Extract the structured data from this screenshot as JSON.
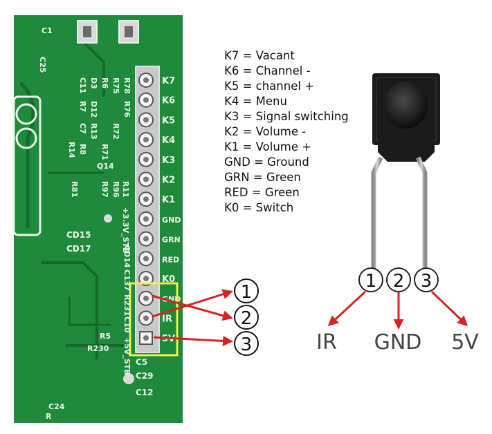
{
  "legend": [
    "K7 = Vacant",
    "K6 = Channel -",
    "K5 = channel +",
    "K4 = Menu",
    "K3 = Signal switching",
    "K2 = Volume -",
    "K1 = Volume +",
    "GND = Ground",
    "GRN = Green",
    "RED = Green",
    "K0 = Switch"
  ],
  "callouts": [
    "1",
    "2",
    "3"
  ],
  "sensor": {
    "pins": [
      "1",
      "2",
      "3"
    ],
    "pin_labels": [
      "IR",
      "GND",
      "5V"
    ]
  },
  "board": {
    "header_labels": [
      "K7",
      "K6",
      "K5",
      "K4",
      "K3",
      "K2",
      "K1",
      "GND",
      "GRN",
      "RED",
      "K0",
      "GND",
      "IR",
      "5V"
    ],
    "silkscreen": [
      "C1",
      "C25",
      "D3",
      "R6",
      "C11",
      "R7",
      "C7",
      "R8",
      "D12",
      "R13",
      "R71",
      "R75",
      "R72",
      "R78",
      "R76",
      "R14",
      "Q14",
      "R81",
      "R97",
      "R96",
      "R11",
      "+3.3V_STB",
      "CD15",
      "CD17",
      "CD14",
      "C137",
      "R231",
      "C10",
      "+5V_STB",
      "R5",
      "R230",
      "C5",
      "C29",
      "C12",
      "C24",
      "R"
    ]
  },
  "colors": {
    "pcb": "#1f8a3c",
    "pcb_dark": "#166b2c",
    "silk": "#e9f5ea",
    "arrow": "#d62320",
    "highlight": "#f0ee54",
    "sensor_body": "#1b1b1b"
  }
}
